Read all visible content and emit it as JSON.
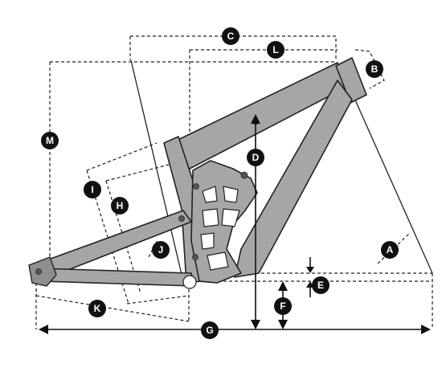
{
  "labels": {
    "A": "A",
    "B": "B",
    "C": "C",
    "D": "D",
    "E": "E",
    "F": "F",
    "G": "G",
    "H": "H",
    "I": "I",
    "J": "J",
    "K": "K",
    "L": "L",
    "M": "M"
  },
  "colors": {
    "frame_fill": "#a6a6a6",
    "outline": "#222222",
    "badge": "#111111",
    "badge_text": "#ffffff"
  }
}
